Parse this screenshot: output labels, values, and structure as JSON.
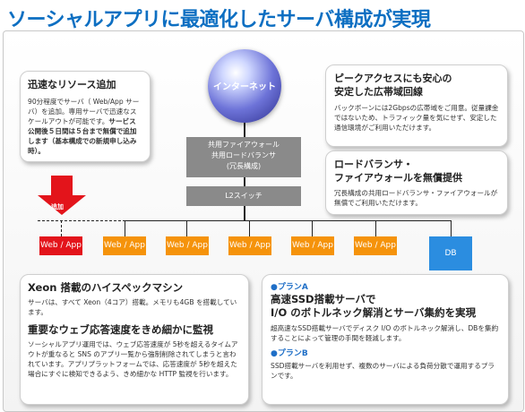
{
  "title": "ソーシャルアプリに最適化したサーバ構成が実現",
  "internet": {
    "label": "インターネット"
  },
  "stack": {
    "firewall_lines": [
      "共用ファイアウォール",
      "共用ロードバランサ",
      "(冗長構成)"
    ],
    "switch": "L2スイッチ"
  },
  "add_label": "追加",
  "nodes": [
    "Web / App",
    "Web / App",
    "Web / App",
    "Web / App",
    "Web / App",
    "Web / App"
  ],
  "db": "DB",
  "cards": {
    "resources": {
      "title": "迅速なリソース追加",
      "text": "90分程度でサーバ（ Web/App サーバ）を追加。専用サーバで迅速なスケールアウトが可能です。",
      "bold": "サービス公開後５日間は５台まで無償で追加します（基本構成での新規申し込み時）。"
    },
    "bandwidth": {
      "title": "ピークアクセスにも安心の\n安定した広帯域回線",
      "text": "バックボーンには2Gbpsの広帯域をご用意。従量課金ではないため、トラフィック量を気にせず、安定した通信環境がご利用いただけます。"
    },
    "loadbalancer": {
      "title": "ロードバランサ・\nファイアウォールを無償提供",
      "text": "冗長構成の共用ロードバランサ・ファイアウォールが無償でご利用いただけます。"
    },
    "xeon": {
      "title": "Xeon 搭載のハイスペックマシン",
      "text": "サーバは、すべて Xeon（4コア）搭載。メモリも4GB を搭載しています。",
      "title2": "重要なウェブ応答速度をきめ細かに監視",
      "text2": "ソーシャルアプリ運用では、ウェブ応答速度が 5秒を超えるタイムアウトが重なると SNS のアプリ一覧から強制削除されてしまうと言われています。アプリプラットフォームでは、応答速度が 5秒を超えた場合にすぐに検知できるよう、きめ細かな HTTP 監視を行います。"
    },
    "ssd": {
      "planA": "●プランA",
      "titleA": "高速SSD搭載サーバで\nI/O のボトルネック解消とサーバ集約を実現",
      "textA": "超高速なSSD搭載サーバでディスク I/O のボトルネック解消し、DBを集約することによって管理の手間を軽減します。",
      "planB": "●プランB",
      "textB": "SSD搭載サーバを利用せず、複数のサーバによる負荷分散で運用するプランです。"
    }
  },
  "colors": {
    "title": "#0d6fc2",
    "red_node": "#e3141b",
    "orange_node": "#f5930b",
    "db": "#2b8de0",
    "stack": "#8a8a8a"
  }
}
